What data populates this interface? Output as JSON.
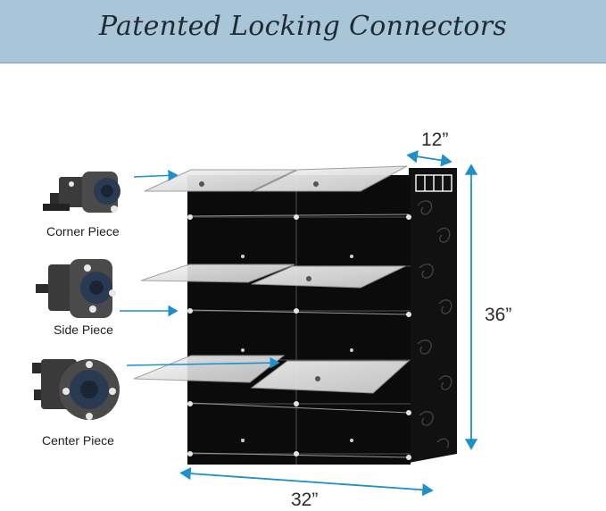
{
  "banner": {
    "title": "Patented Locking Connectors",
    "color": "#a9c6d8"
  },
  "connectors": [
    {
      "label": "Corner Piece",
      "icon": "corner-connector-icon"
    },
    {
      "label": "Side Piece",
      "icon": "side-connector-icon"
    },
    {
      "label": "Center Piece",
      "icon": "center-connector-icon"
    }
  ],
  "dimensions": {
    "depth": "12”",
    "height": "36”",
    "width": "32”"
  },
  "colors": {
    "arrow": "#1e90c8",
    "cabinet": "#0d0d0d",
    "door": "#e6e6e6"
  }
}
